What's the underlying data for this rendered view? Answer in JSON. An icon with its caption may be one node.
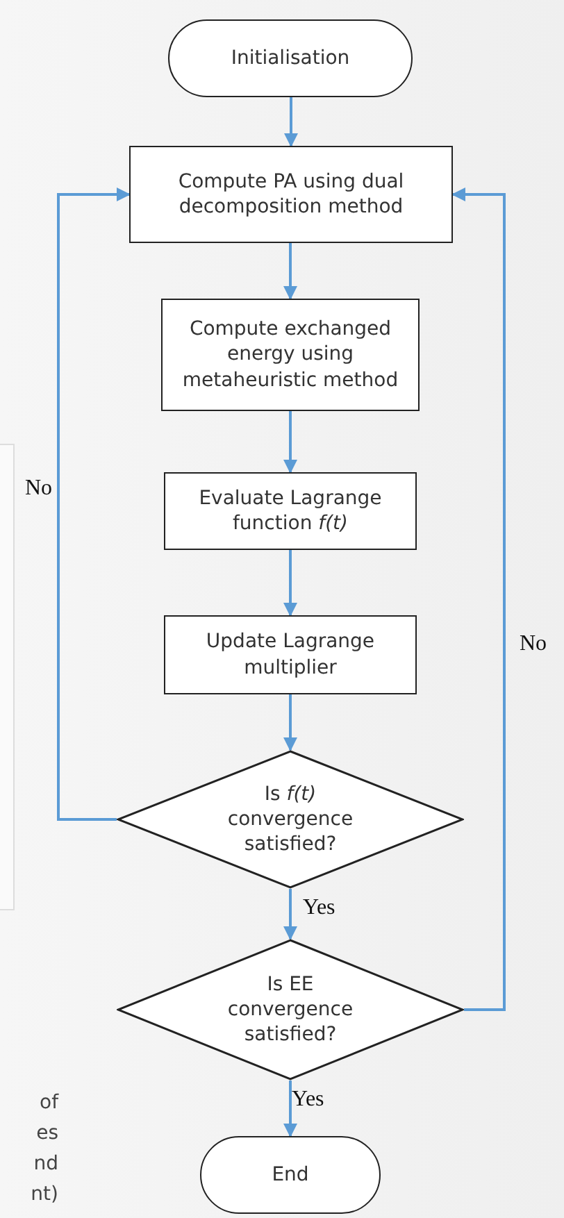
{
  "diagram": {
    "nodes": [
      {
        "text": [
          "Initialisation"
        ]
      },
      {
        "text": [
          "Compute PA using dual decomposition method"
        ]
      },
      {
        "text": [
          "Compute exchanged energy using metaheuristic method"
        ]
      },
      {
        "text": [
          "Evaluate Lagrange function *f(t)*"
        ]
      },
      {
        "text": [
          "Update Lagrange multiplier"
        ]
      },
      {
        "text": [
          "Is *f(t)* convergence satisfied?"
        ]
      },
      {
        "text": [
          "Is EE convergence satisfied?"
        ]
      },
      {
        "text": [
          "End"
        ]
      }
    ],
    "edges": [
      {
        "from": 0,
        "to": 1,
        "arrow": "to"
      },
      {
        "from": 1,
        "to": 2,
        "arrow": "to"
      },
      {
        "from": 2,
        "to": 3,
        "arrow": "to"
      },
      {
        "from": 3,
        "to": 4,
        "arrow": "to"
      },
      {
        "from": 4,
        "to": 5,
        "arrow": "to"
      },
      {
        "from": 5,
        "to": 6,
        "label": "Yes",
        "arrow": "to"
      },
      {
        "from": 6,
        "to": 7,
        "label": "Yes",
        "arrow": "to"
      },
      {
        "from": 5,
        "to": 1,
        "label": "No",
        "arrow": "to"
      },
      {
        "from": 6,
        "to": 1,
        "label": "No",
        "arrow": "to"
      }
    ],
    "labels": [
      "of",
      "es",
      "nd",
      "nt)"
    ]
  }
}
